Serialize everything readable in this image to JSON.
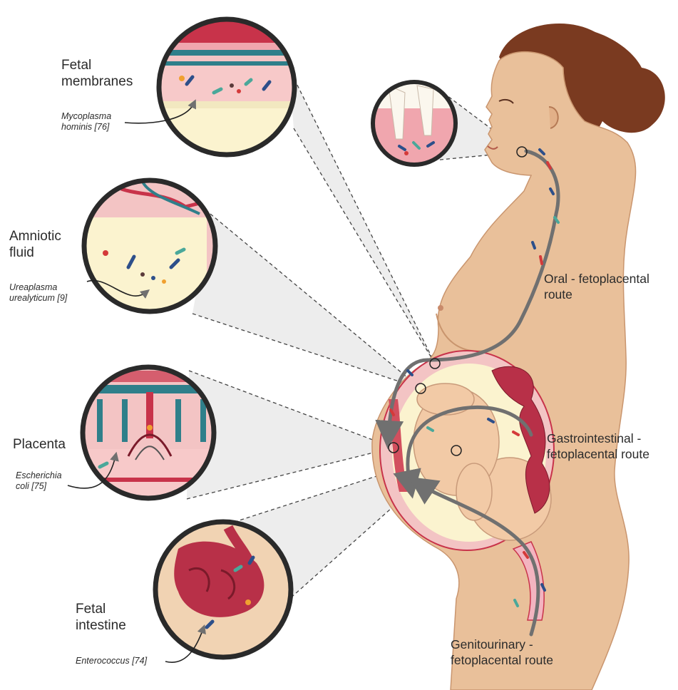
{
  "colors": {
    "skin": "#e9c09a",
    "skin_shade": "#d7a47c",
    "hair": "#7a3a20",
    "tissue_pink": "#f1b7b6",
    "tissue_red": "#c8334a",
    "vessel_teal": "#2f7f8a",
    "amniotic": "#fbf3cf",
    "bacteria_blue": "#2d4f8a",
    "bacteria_teal": "#4aa89a",
    "bacteria_orange": "#f0a030",
    "bacteria_red": "#d43a3a",
    "route_arrow": "#707070",
    "circle_ring": "#2a2a2a"
  },
  "labels": {
    "fetal_membranes": [
      "Fetal",
      "membranes"
    ],
    "fetal_membranes_cite": [
      "Mycoplasma",
      "hominis [76]"
    ],
    "amniotic_fluid": [
      "Amniotic",
      "fluid"
    ],
    "amniotic_fluid_cite": [
      "Ureaplasma",
      "urealyticum [9]"
    ],
    "placenta": [
      "Placenta"
    ],
    "placenta_cite": [
      "Escherichia",
      "coli [75]"
    ],
    "fetal_intestine": [
      "Fetal",
      "intestine"
    ],
    "fetal_intestine_cite": [
      "Enterococcus [74]"
    ]
  },
  "routes": {
    "oral": [
      "Oral - fetoplacental",
      "route"
    ],
    "gastrointestinal": [
      "Gastrointestinal -",
      "fetoplacental route"
    ],
    "genitourinary": [
      "Genitourinary -",
      "fetoplacental route"
    ]
  }
}
